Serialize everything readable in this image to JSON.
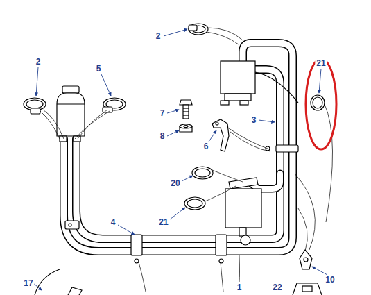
{
  "diagram": {
    "labels": [
      "2",
      "21",
      "2",
      "5",
      "7",
      "3",
      "8",
      "6",
      "20",
      "4",
      "21",
      "10",
      "17",
      "1",
      "22"
    ]
  }
}
